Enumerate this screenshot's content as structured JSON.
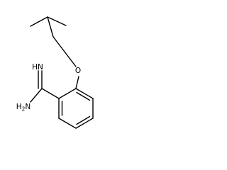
{
  "molecule": {
    "atoms": {
      "oxygen": {
        "symbol": "O"
      },
      "imine": {
        "symbol": "HN"
      },
      "amine": {
        "symbol": "H",
        "subscript": "2",
        "suffix": "N"
      }
    }
  }
}
